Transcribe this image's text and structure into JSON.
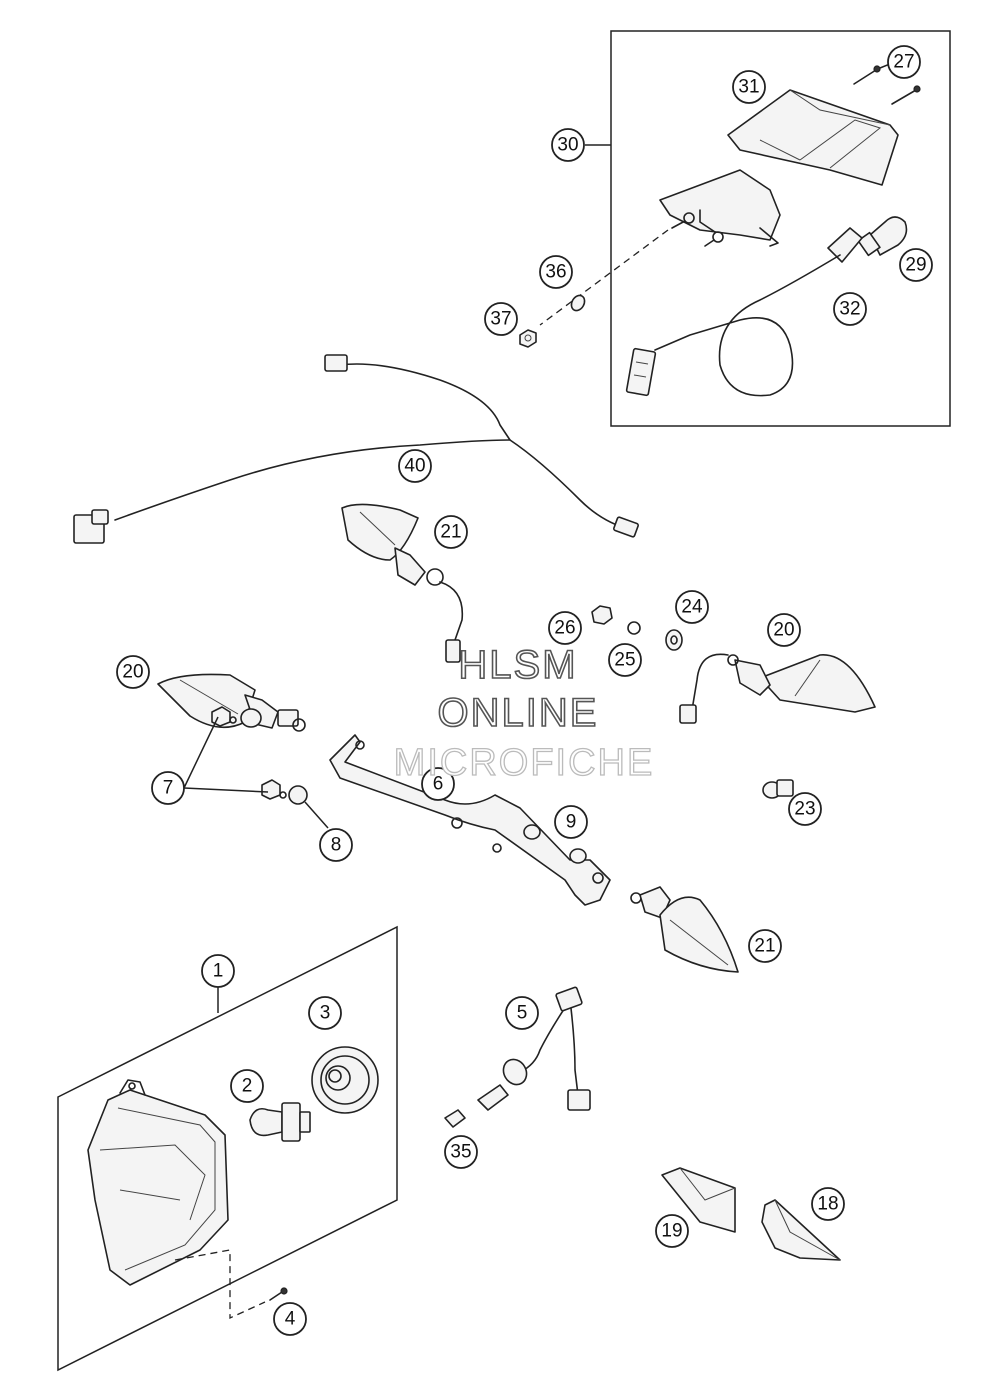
{
  "diagram": {
    "callouts": {
      "c1": "1",
      "c2": "2",
      "c3": "3",
      "c4": "4",
      "c5": "5",
      "c6": "6",
      "c7": "7",
      "c8": "8",
      "c9": "9",
      "c18": "18",
      "c19": "19",
      "c20a": "20",
      "c20b": "20",
      "c21a": "21",
      "c21b": "21",
      "c23": "23",
      "c24": "24",
      "c25": "25",
      "c26": "26",
      "c27": "27",
      "c29": "29",
      "c30": "30",
      "c31": "31",
      "c32": "32",
      "c35": "35",
      "c36": "36",
      "c37": "37",
      "c40": "40"
    },
    "watermark": {
      "line1": "HLSM",
      "line2": "ONLINE",
      "line3": "MICROFICHE"
    }
  }
}
